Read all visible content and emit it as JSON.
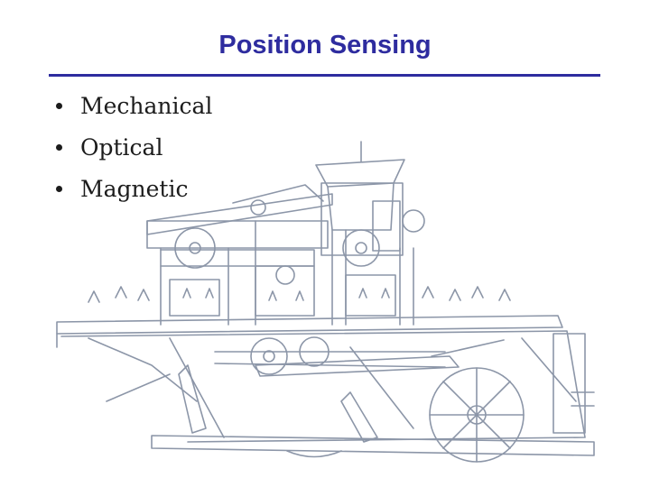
{
  "slide": {
    "title": "Position Sensing",
    "bullets": [
      {
        "text": "Mechanical"
      },
      {
        "text": "Optical"
      },
      {
        "text": "Magnetic"
      }
    ]
  },
  "colors": {
    "title": "#2e2c9f",
    "rule": "#2e2c9f",
    "text": "#1c1c1c",
    "drawing_line": "#8c96a8"
  },
  "drawing": {
    "icon": "patent-machine-drawing"
  }
}
